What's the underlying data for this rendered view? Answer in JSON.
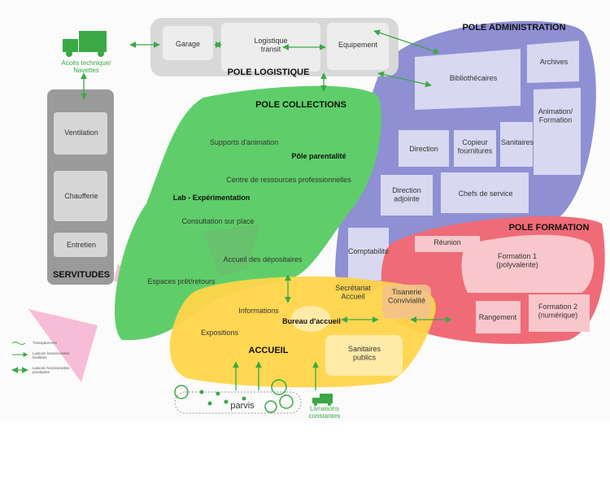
{
  "poles": {
    "logistique": {
      "title": "POLE LOGISTIQUE",
      "rooms": [
        "Garage",
        "Logistique\ntransit",
        "Equipement"
      ]
    },
    "administration": {
      "title": "POLE ADMINISTRATION",
      "rooms": [
        "Archives",
        "Bibliothécaires",
        "Animation/\nFormation",
        "Direction",
        "Copieur\nfournitures",
        "Sanitaires",
        "Direction\nadjointe",
        "Chefs de service",
        "Comptabilité"
      ]
    },
    "collections": {
      "title": "POLE COLLECTIONS",
      "items": [
        "Supports d'animation",
        "Pôle parentalité",
        "Centre de ressources professionnelles",
        "Lab - Expérimentation",
        "Consultation sur place",
        "Accueil des dépositaires",
        "Espaces prêt/retours"
      ]
    },
    "formation": {
      "title": "POLE FORMATION",
      "rooms": [
        "Réunion",
        "Formation 1\n(polyvalente)",
        "Rangement",
        "Formation 2\n(numérique)"
      ]
    },
    "accueil": {
      "title": "ACCUEIL",
      "items": [
        "Informations",
        "Bureau d'accueil",
        "Expositions",
        "Secrétariat\nAccueil",
        "Tisanerie\nConvivialité",
        "Sanitaires\npublics"
      ]
    },
    "servitudes": {
      "title": "SERVITUDES",
      "rooms": [
        "Ventilation",
        "Chaufferie",
        "Entretien"
      ]
    }
  },
  "external": {
    "acces": "Accès technique/\nNavettes",
    "parvis": "parvis",
    "livraisons": "Livraisons\nconstantes"
  },
  "legend": [
    "Transparences",
    "Liaisons fonctionnelles\nfacilitées",
    "Liaisons fonctionnelles\nprioritaires"
  ],
  "colors": {
    "logistique": "#e2e2e2",
    "administration": "#8f8fd4",
    "collections": "#5fce6a",
    "formation": "#ef6b77",
    "accueil": "#ffd54a",
    "servitudes": "#9a9a9a",
    "arrows": "#3aa845",
    "pink": "#f6b6d2"
  }
}
